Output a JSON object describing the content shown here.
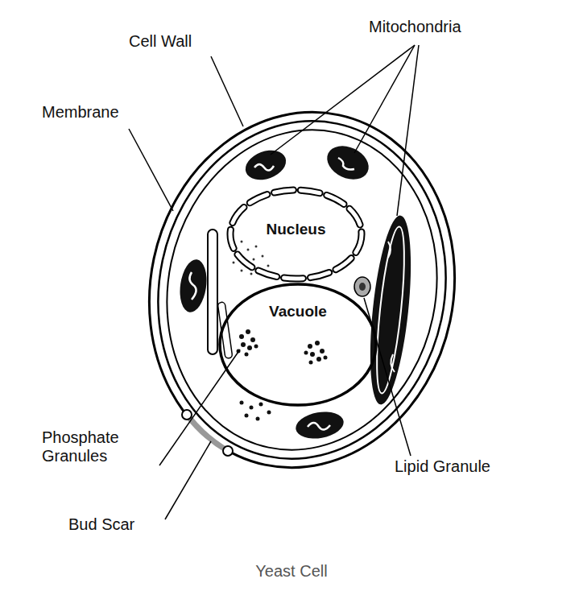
{
  "diagram": {
    "caption": "Yeast Cell",
    "nodes": [
      {
        "text": [
          "Nucleus"
        ]
      },
      {
        "text": [
          "Vacuole"
        ]
      }
    ],
    "labels": [
      "Cell Wall",
      "Mitochondria",
      "Membrane",
      "Phosphate Granules",
      "Bud Scar",
      "Lipid Granule"
    ]
  }
}
